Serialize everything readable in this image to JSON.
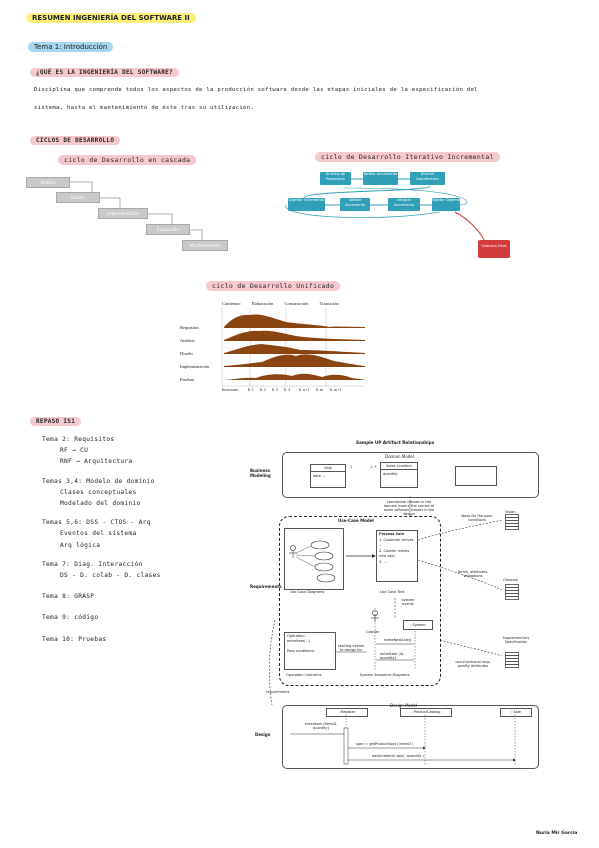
{
  "header": {
    "title": "RESUMEN INGENIERÍA DEL SOFTWARE II"
  },
  "tema1": {
    "label": "Tema 1: Introducción"
  },
  "question": {
    "heading": "¿QUÉ ES LA INGENIERÍA DEL SOFTWARE?",
    "line1": "Disciplina que comprende todos los aspectos de la producción software desde las etapas iniciales de la especificación del",
    "line2": "sistema, hasta el mantenimiento de éste tras su utilización."
  },
  "ciclos": {
    "heading": "CICLOS DE DESARROLLO",
    "cascada": {
      "title": "ciclo de Desarrollo en cascada",
      "steps": [
        "Análisis",
        "Diseño",
        "Implementación",
        "Evaluación",
        "Mantenimiento"
      ]
    },
    "iterativo": {
      "title": "ciclo de Desarrollo Iterativo Incremental",
      "top": [
        "Análisis de Requisitos",
        "Definir Incremento",
        "Diseñar Arquitectura"
      ],
      "bottom": [
        "Diseñar Incremento",
        "Validar Incremento",
        "Integrar Incremento",
        "Validar Sistema"
      ],
      "final": "Sistema Final"
    },
    "unificado": {
      "title": "ciclo de Desarrollo Unificado",
      "phases": [
        "Comienzo",
        "Elaboración",
        "Construcción",
        "Transición"
      ],
      "disciplines": [
        "Requisitos",
        "Análisis",
        "Diseño",
        "Implementación",
        "Pruebas"
      ],
      "iterations": [
        "Iteraciones",
        "It. 1",
        "It. 2",
        "It. 3",
        "It. 4",
        "It. n+1",
        "It. m",
        "It. m+1"
      ]
    }
  },
  "repaso": {
    "heading": "REPASO IS1",
    "items": [
      {
        "tema": "Tema 2: Requisitos",
        "sub": [
          "RF → CU",
          "RNF → Arquitectura"
        ]
      },
      {
        "tema": "Temas 3,4: Modelo de dominio",
        "sub": [
          "Clases conceptuales",
          "Modelado del dominio"
        ]
      },
      {
        "tema": "Temas 5,6: DSS - CTOS - Arq",
        "sub": [
          "Eventos del sistema",
          "Arq lógica"
        ]
      },
      {
        "tema": "Tema 7: Diag. Interacción",
        "sub": [
          "DS - D. colab - D. clases"
        ]
      },
      {
        "tema": "Tema 8: GRASP",
        "sub": []
      },
      {
        "tema": "Tema 9: código",
        "sub": []
      },
      {
        "tema": "Tema 10: Pruebas",
        "sub": []
      }
    ]
  },
  "artifacts": {
    "title": "Sample UP Artifact Relationships",
    "domain_model": "Domain Model",
    "business_modeling": "Business Modeling",
    "sale": "Sale",
    "sale_attr": "date ...",
    "sales_line_item": "Sales LineItem",
    "sli_attr": "quantity",
    "star": "1..*",
    "one": "1",
    "concepts_note": "conceptual classes in the domain inspire the names of some software classes in the design",
    "use_case_model": "Use-Case Model",
    "process_sale": "Process Sale",
    "uc_steps": [
      "1. Customer arrives ...",
      "2. Cashier makes new sale.",
      "3. ..."
    ],
    "use_case_diagram": "Use Case Diagrams",
    "use_case_text": "Use Case Text",
    "vision": "Vision",
    "glossary": "Glossary",
    "supplementary": "Supplementary Specification",
    "vision_note": "ideas for the post-conditions",
    "glossary_note": "terms, attributes, validations",
    "requirements": "Requirements",
    "system_events": "system events",
    "cashier": "Cashier",
    "system": ": System",
    "make_new_sale": "makeNewSale()",
    "enter_item": "enterItem (id, quantity)",
    "operation_label": "Operation:",
    "operation_value": "enterItem(...)",
    "post_label": "Post-conditions:",
    "operation_contracts": "Operation Contracts",
    "system_sequence": "System Sequence Diagrams",
    "starting_events": "starting events to design for",
    "nonfunctional_note": "non-functional reqs, quality attributes",
    "req_note": "requirements",
    "design": "Design",
    "design_model": "Design Model",
    "register": ": Register",
    "product_catalog": ": ProductCatalog",
    "sale_obj": ": Sale",
    "d_enter_item": "enterItem (itemID, quantity)",
    "d_get_spec": "spec = getProductSpec( itemID )",
    "d_add_line": "addLineItem( spec, quantity )"
  },
  "footer": {
    "author": "Nuria Mir García"
  }
}
